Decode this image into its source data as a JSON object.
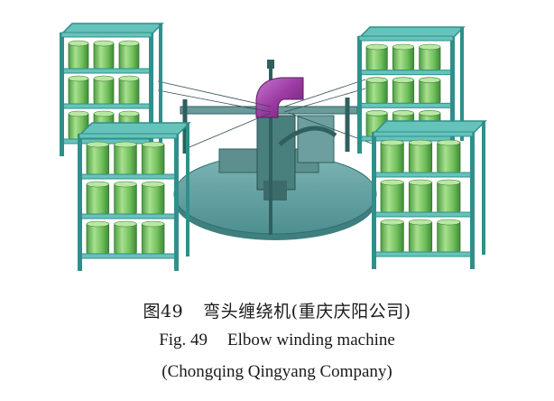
{
  "caption": {
    "cn_label": "图49",
    "cn_text": "弯头缠绕机(重庆庆阳公司)",
    "en_label": "Fig. 49",
    "en_text": "Elbow winding machine",
    "en_company": "(Chongqing Qingyang Company)"
  },
  "colors": {
    "frame": "#2f8f8a",
    "shelf": "#66c3bb",
    "spool": "#7fcc6a",
    "turntable": "#5f9fa0",
    "elbow": "#9b3aa2"
  },
  "icons": {
    "figure": "elbow-winding-machine-drawing"
  }
}
